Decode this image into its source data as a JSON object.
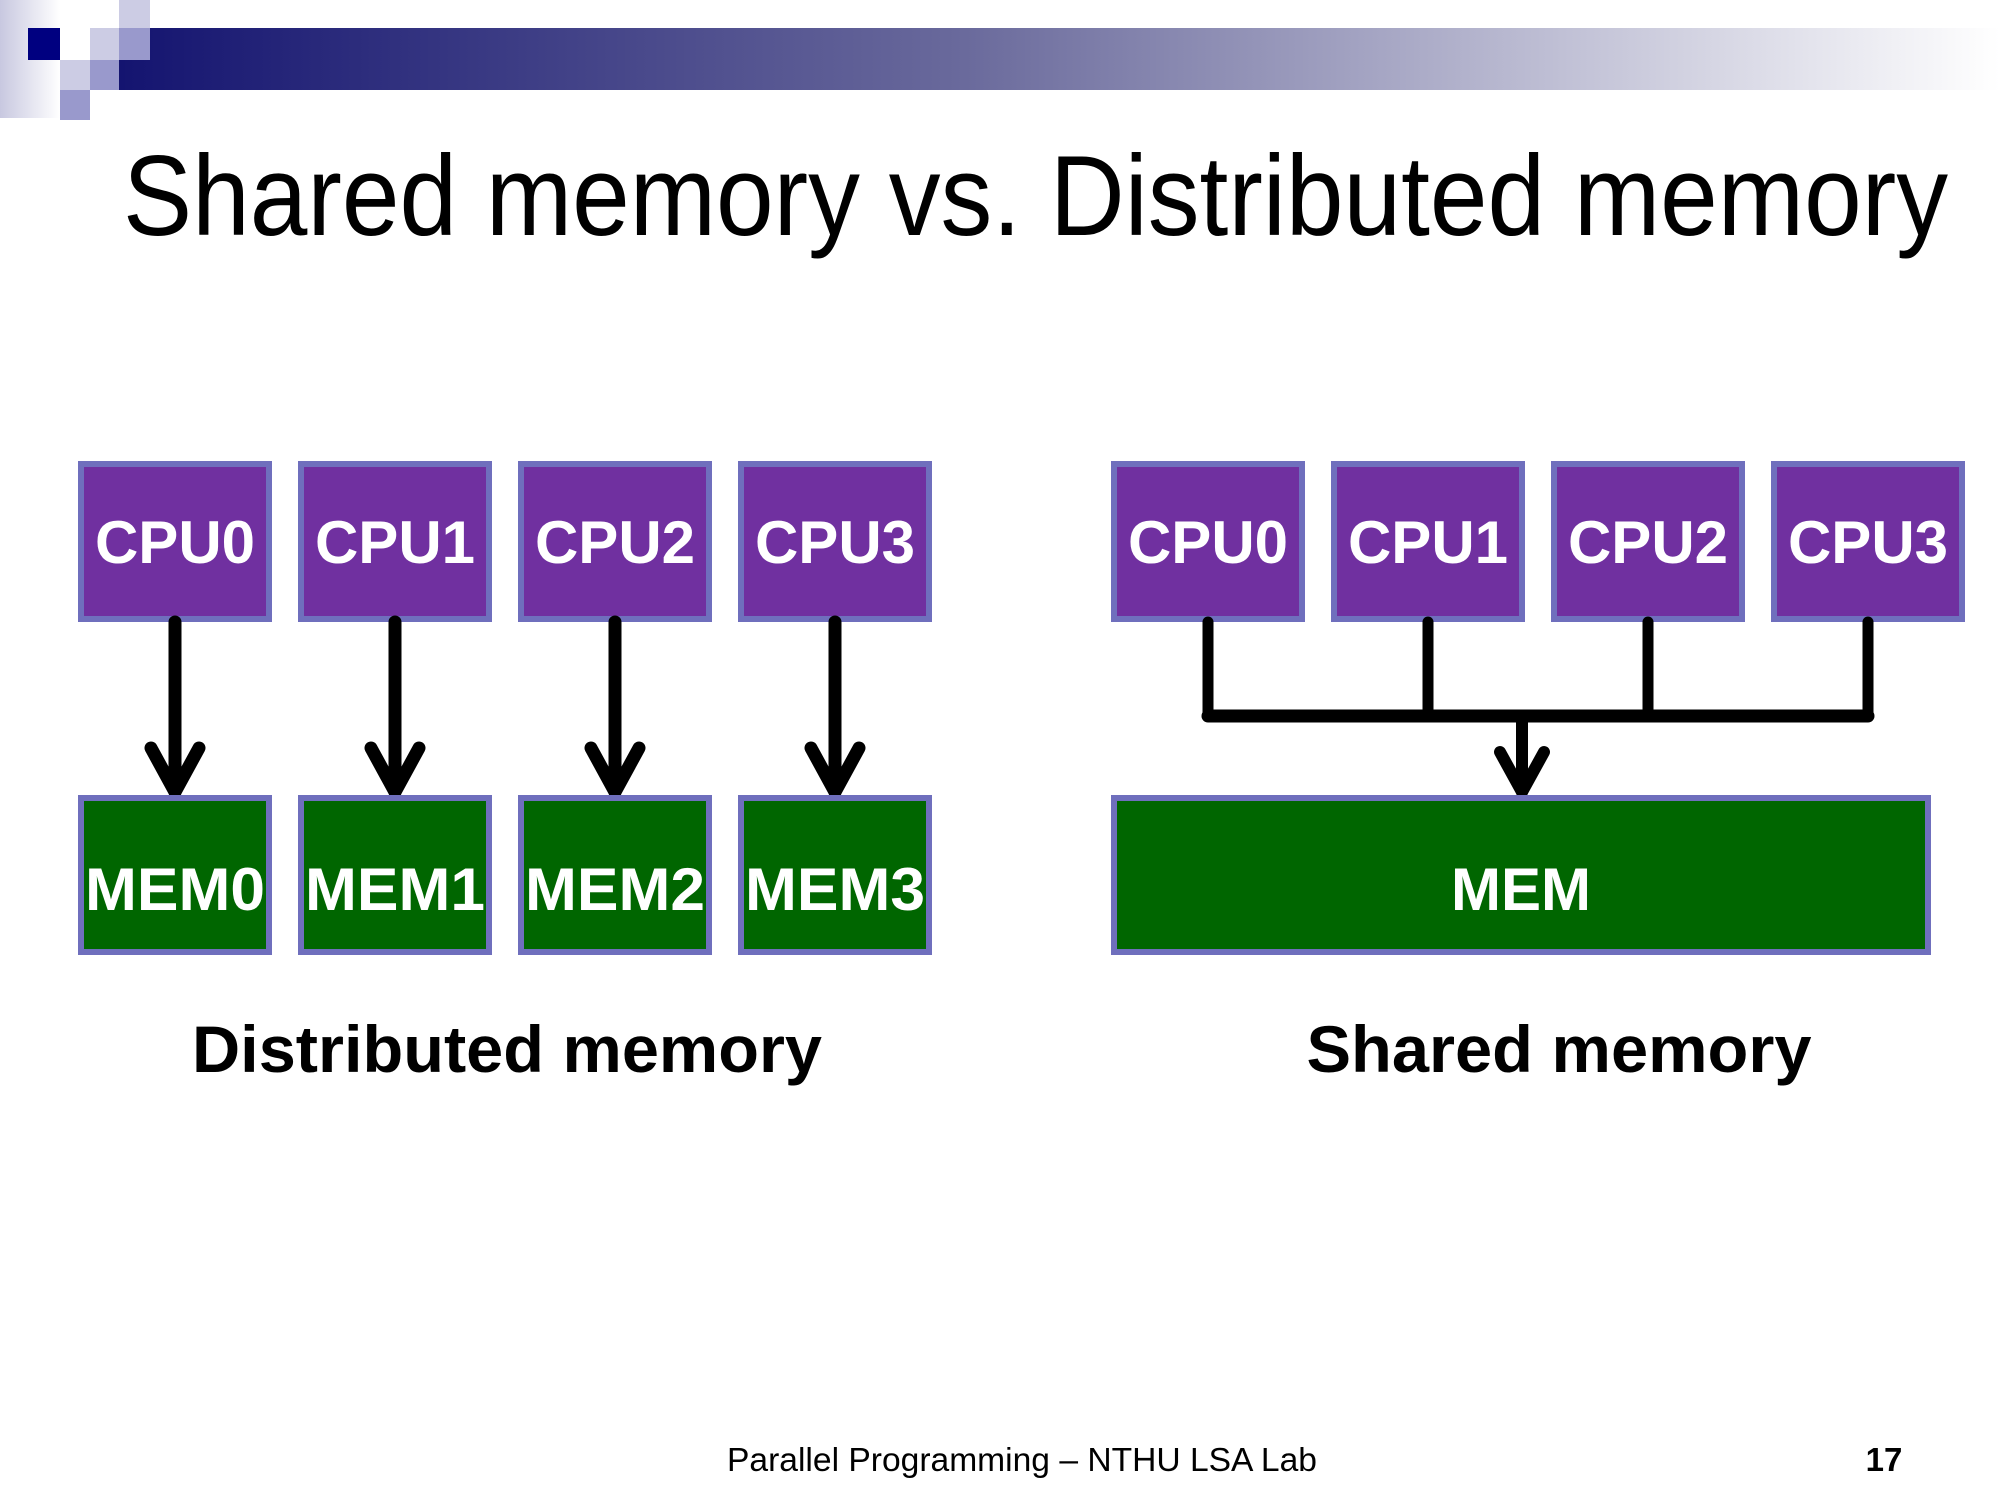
{
  "slide": {
    "title": "Shared memory vs. Distributed memory",
    "footer": "Parallel Programming – NTHU LSA Lab",
    "page_number": "17"
  },
  "colors": {
    "cpu_fill": "#7030A0",
    "mem_fill": "#006600",
    "box_border": "#6F6FBD",
    "banner_dark": "#141470",
    "connector": "#000000"
  },
  "distributed": {
    "caption": "Distributed memory",
    "cpus": [
      "CPU0",
      "CPU1",
      "CPU2",
      "CPU3"
    ],
    "mems": [
      "MEM0",
      "MEM1",
      "MEM2",
      "MEM3"
    ]
  },
  "shared": {
    "caption": "Shared memory",
    "cpus": [
      "CPU0",
      "CPU1",
      "CPU2",
      "CPU3"
    ],
    "mem": "MEM"
  }
}
